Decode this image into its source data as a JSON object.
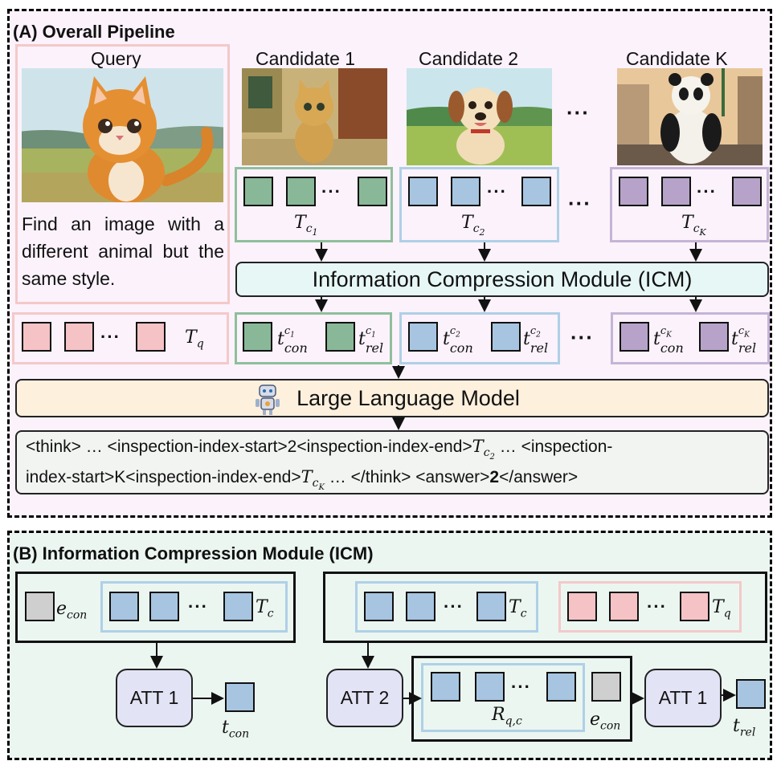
{
  "panel_a": {
    "title": "(A) Overall Pipeline",
    "query_label": "Query",
    "query_text": "Find an image with a different animal but the same style.",
    "candidates": [
      {
        "label": "Candidate 1",
        "token_label": "T",
        "sub": "c",
        "subsub": "1",
        "out_sup_sub": "1"
      },
      {
        "label": "Candidate 2",
        "token_label": "T",
        "sub": "c",
        "subsub": "2",
        "out_sup_sub": "2"
      },
      {
        "label": "Candidate K",
        "token_label": "T",
        "sub": "c",
        "subsub": "K",
        "out_sup_sub": "K"
      }
    ],
    "ellipsis": "···",
    "icm_label": "Information Compression Module (ICM)",
    "query_token_label": "T",
    "query_token_sub": "q",
    "t_base": "t",
    "con_sub": "con",
    "rel_sub": "rel",
    "sup_c": "c",
    "llm_label": "Large Language Model",
    "output": {
      "line1_a": "<think> … <inspection-index-start>2<inspection-index-end>",
      "line1_b": " … <inspection-",
      "line2_a": "index-start>K<inspection-index-end>",
      "line2_b": " … </think> <answer>",
      "line2_bold": "2",
      "line2_c": "</answer>"
    }
  },
  "panel_b": {
    "title": "(B) Information Compression Module (ICM)",
    "e_base": "e",
    "con_sub": "con",
    "rel_sub": "rel",
    "t_base": "t",
    "tc_base": "T",
    "tc_sub": "c",
    "tq_sub": "q",
    "att1_label": "ATT 1",
    "att2_label": "ATT 2",
    "r_base": "R",
    "r_sub": "q,c",
    "ellipsis": "···"
  },
  "colors": {
    "panel_a_bg": "#fbf2fb",
    "panel_b_bg": "#ebf6f1",
    "green": "#89b898",
    "blue": "#a7c5e0",
    "purple": "#b7a3c9",
    "pink": "#f5c3c5",
    "gray": "#cfcfcf",
    "icm_bg": "#e6f7f5",
    "llm_bg": "#fdf0dd"
  }
}
